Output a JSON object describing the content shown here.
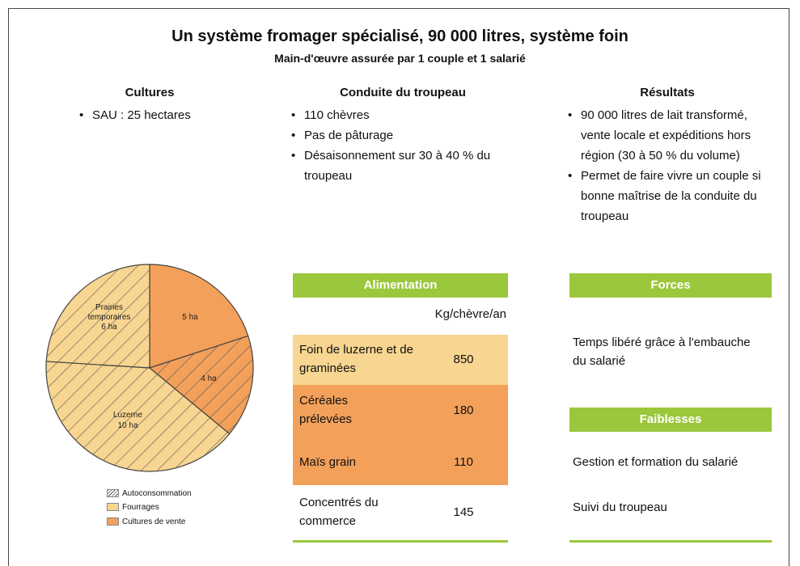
{
  "title": "Un système fromager spécialisé, 90 000 litres, système foin",
  "subtitle": "Main-d'œuvre assurée par 1 couple et 1 salarié",
  "cultures": {
    "heading": "Cultures",
    "items": [
      "SAU : 25 hectares"
    ]
  },
  "conduite": {
    "heading": "Conduite du troupeau",
    "items": [
      "110 chèvres",
      "Pas de pâturage",
      "Désaisonnement sur 30 à 40 % du troupeau"
    ]
  },
  "resultats": {
    "heading": "Résultats",
    "items": [
      "90 000 litres de lait transformé, vente locale et expéditions hors région (30 à 50 % du volume)",
      "Permet de faire vivre un couple si bonne maîtrise de la conduite du troupeau"
    ]
  },
  "alimentation": {
    "header": "Alimentation",
    "unit_header": "Kg/chèvre/an",
    "rows": [
      {
        "name": "Foin de luzerne et de graminées",
        "value": "850",
        "color": "#f8d590"
      },
      {
        "name": "Céréales prélevées",
        "value": "180",
        "color": "#f3a05a"
      },
      {
        "name": "Maïs grain",
        "value": "110",
        "color": "#f3a05a"
      },
      {
        "name": "Concentrés du commerce",
        "value": "145",
        "color": "#ffffff"
      }
    ]
  },
  "forces": {
    "header": "Forces",
    "items": [
      "Temps libéré grâce à l'embauche du salarié"
    ]
  },
  "faiblesses": {
    "header": "Faiblesses",
    "items": [
      "Gestion et formation du salarié",
      "Suivi du troupeau"
    ]
  },
  "chart_data": {
    "type": "pie",
    "slices": [
      {
        "label": "5 ha",
        "value": 5,
        "category": "Cultures de vente",
        "hatched": false
      },
      {
        "label": "4 ha",
        "value": 4,
        "category": "Cultures de vente",
        "hatched": true
      },
      {
        "label": "Luzerne 10 ha",
        "value": 10,
        "category": "Fourrages",
        "hatched": true
      },
      {
        "label": "Prairies temporaires 6 ha",
        "value": 6,
        "category": "Fourrages",
        "hatched": true
      }
    ],
    "legend": [
      "Autoconsommation",
      "Fourrages",
      "Cultures de vente"
    ],
    "colors": {
      "fourrages": "#f8d590",
      "vente": "#f3a05a",
      "hatch": "#555555"
    }
  }
}
